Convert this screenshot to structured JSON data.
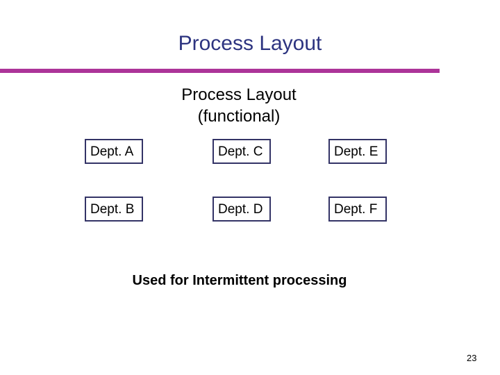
{
  "slide": {
    "title": "Process Layout",
    "page_number": "23",
    "accent_color": "#ac3499",
    "title_color": "#2d3480",
    "box_border_color": "#333366",
    "background_color": "#ffffff"
  },
  "subtitle": {
    "line1": "Process Layout",
    "line2": "(functional)"
  },
  "diagram": {
    "boxes": [
      {
        "id": "a",
        "label": "Dept. A",
        "row": 1,
        "column": 1
      },
      {
        "id": "c",
        "label": "Dept. C",
        "row": 1,
        "column": 2
      },
      {
        "id": "e",
        "label": "Dept. E",
        "row": 1,
        "column": 3
      },
      {
        "id": "b",
        "label": "Dept. B",
        "row": 2,
        "column": 1
      },
      {
        "id": "d",
        "label": "Dept. D",
        "row": 2,
        "column": 2
      },
      {
        "id": "f",
        "label": "Dept. F",
        "row": 2,
        "column": 3
      }
    ]
  },
  "caption": {
    "text": "Used for Intermittent processing"
  }
}
